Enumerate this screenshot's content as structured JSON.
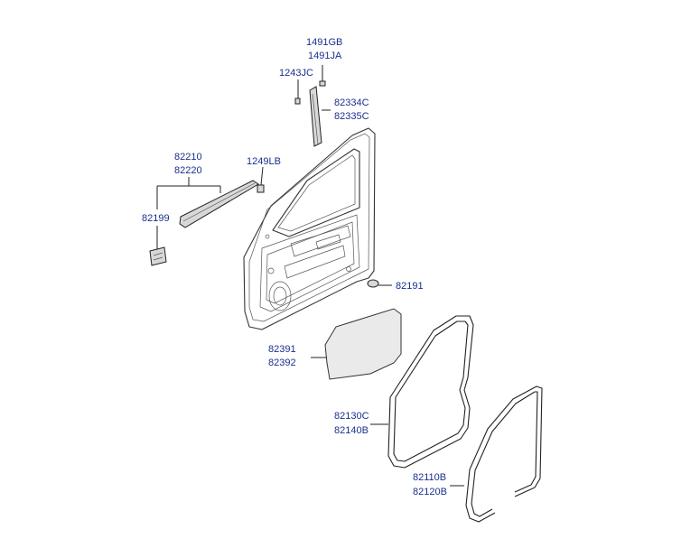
{
  "labels": {
    "p1491gb": "1491GB",
    "p1491ja": "1491JA",
    "p1243jc": "1243JC",
    "p82334c": "82334C",
    "p82335c": "82335C",
    "p82210": "82210",
    "p82220": "82220",
    "p1249lb": "1249LB",
    "p82199": "82199",
    "p82191": "82191",
    "p82391": "82391",
    "p82392": "82392",
    "p82130c": "82130C",
    "p82140b": "82140B",
    "p82110b": "82110B",
    "p82120b": "82120B"
  }
}
